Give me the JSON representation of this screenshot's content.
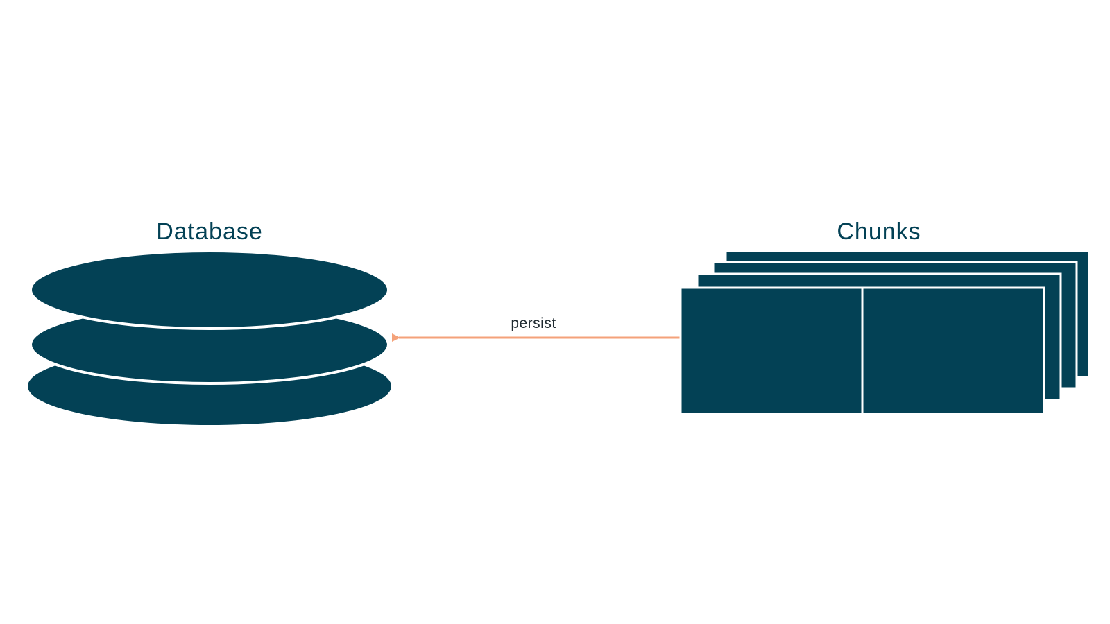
{
  "diagram": {
    "database": {
      "label": "Database",
      "icon": "database-icon"
    },
    "chunks": {
      "label": "Chunks",
      "icon": "stacked-chunks-icon"
    },
    "edge": {
      "label": "persist",
      "from": "Chunks",
      "to": "Database"
    }
  },
  "colors": {
    "background": "#ffffff",
    "primary": "#034155",
    "arrow": "#f4a27a",
    "text": "#1f2a30"
  }
}
